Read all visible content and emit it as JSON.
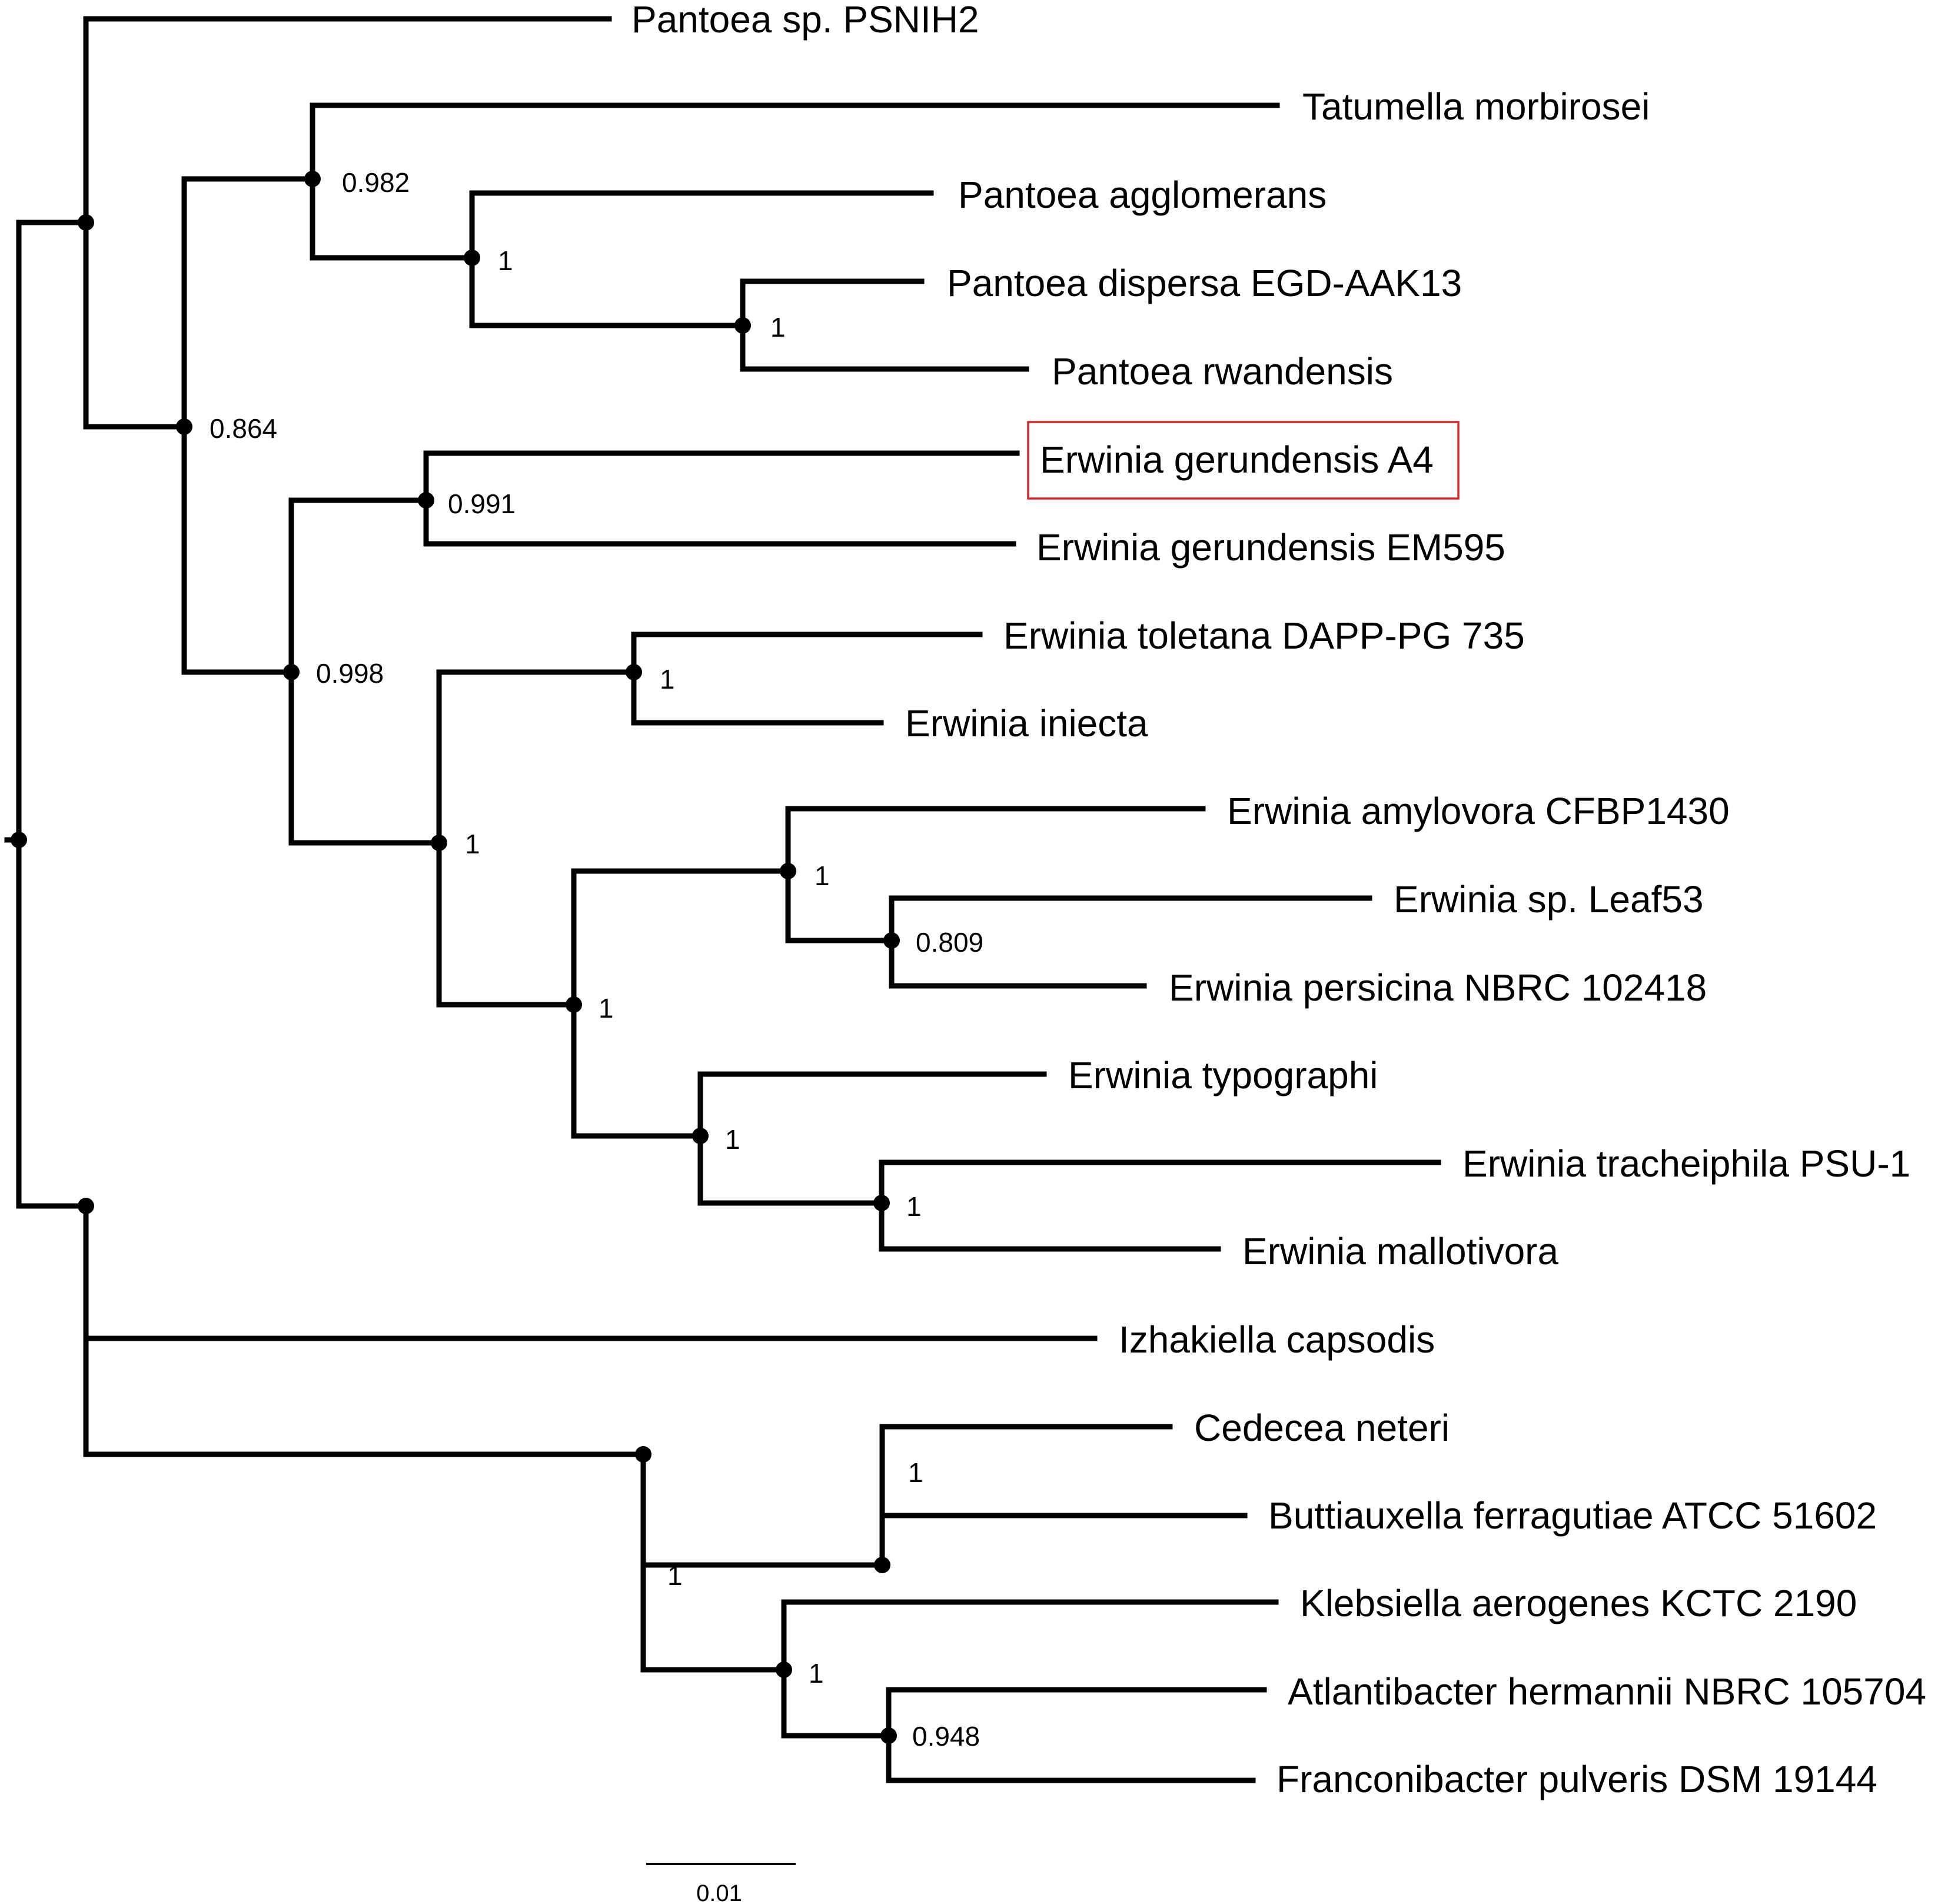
{
  "tree": {
    "tips": [
      {
        "id": "pantoea_psnih2",
        "label": "Pantoea sp. PSNIH2"
      },
      {
        "id": "tatumella",
        "label": "Tatumella morbirosei"
      },
      {
        "id": "p_agglomerans",
        "label": "Pantoea agglomerans"
      },
      {
        "id": "p_dispersa",
        "label": "Pantoea dispersa EGD-AAK13"
      },
      {
        "id": "p_rwandensis",
        "label": "Pantoea rwandensis"
      },
      {
        "id": "e_gerundensis_a4",
        "label": "Erwinia gerundensis A4",
        "highlighted": true
      },
      {
        "id": "e_gerundensis_em595",
        "label": "Erwinia gerundensis EM595"
      },
      {
        "id": "e_toletana",
        "label": "Erwinia toletana DAPP-PG 735"
      },
      {
        "id": "e_iniecta",
        "label": "Erwinia iniecta"
      },
      {
        "id": "e_amylovora",
        "label": "Erwinia amylovora CFBP1430"
      },
      {
        "id": "e_leaf53",
        "label": "Erwinia sp. Leaf53"
      },
      {
        "id": "e_persicina",
        "label": "Erwinia persicina NBRC 102418"
      },
      {
        "id": "e_typographi",
        "label": "Erwinia typographi"
      },
      {
        "id": "e_tracheiphila",
        "label": "Erwinia tracheiphila PSU-1"
      },
      {
        "id": "e_mallotivora",
        "label": "Erwinia mallotivora"
      },
      {
        "id": "izhakiella",
        "label": "Izhakiella capsodis"
      },
      {
        "id": "cedecea",
        "label": "Cedecea neteri"
      },
      {
        "id": "buttiauxella",
        "label": "Buttiauxella ferragutiae ATCC 51602"
      },
      {
        "id": "klebsiella",
        "label": "Klebsiella aerogenes KCTC 2190"
      },
      {
        "id": "atlantibacter",
        "label": "Atlantibacter hermannii NBRC 105704"
      },
      {
        "id": "franconibacter",
        "label": "Franconibacter pulveris DSM 19144"
      }
    ],
    "support_values": [
      "0.982",
      "1",
      "1",
      "0.864",
      "0.991",
      "0.998",
      "1",
      "1",
      "1",
      "1",
      "0.809",
      "1",
      "1",
      "1",
      "1",
      "1",
      "0.948"
    ],
    "scale_bar": {
      "label": "0.01"
    },
    "highlight_color": "#d62728"
  }
}
